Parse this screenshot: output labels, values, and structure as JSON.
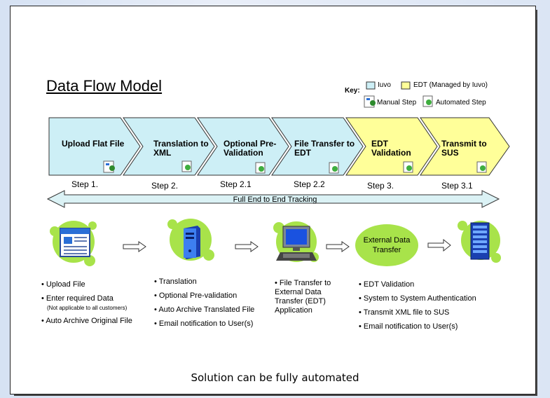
{
  "title": "Data Flow Model",
  "key": {
    "label": "Key:",
    "iuvo": "Iuvo",
    "edt": "EDT (Managed by Iuvo)",
    "manual": "Manual Step",
    "automated": "Automated Step",
    "colors": {
      "iuvo": "#cdeff6",
      "edt": "#ffff99"
    }
  },
  "steps": [
    {
      "title": "Upload Flat File",
      "label": "Step 1.",
      "icon": "manual-step-icon"
    },
    {
      "title": "Translation to XML",
      "label": "Step 2.",
      "icon": "automated-step-icon"
    },
    {
      "title": "Optional Pre-Validation",
      "label": "Step 2.1",
      "icon": "automated-step-icon"
    },
    {
      "title": "File Transfer to EDT",
      "label": "Step 2.2",
      "icon": "automated-step-icon"
    },
    {
      "title": "EDT Validation",
      "label": "Step 3.",
      "icon": "automated-step-icon"
    },
    {
      "title": "Transmit to SUS",
      "label": "Step 3.1",
      "icon": "automated-step-icon"
    }
  ],
  "tracking": "Full End to End Tracking",
  "external": "External Data Transfer",
  "bullets": {
    "col1": [
      "Upload File",
      "Enter required Data",
      "Auto Archive Original File"
    ],
    "col1_note": "(Not applicable to all customers)",
    "col2": [
      "Translation",
      "Optional Pre-validation",
      "Auto Archive Translated File",
      "Email notification to User(s)"
    ],
    "col3": "File Transfer to External Data Transfer (EDT) Application",
    "col4": [
      "EDT Validation",
      "System to System Authentication",
      "Transmit XML file to SUS",
      "Email notification to User(s)"
    ]
  },
  "footer": "Solution can be fully automated"
}
